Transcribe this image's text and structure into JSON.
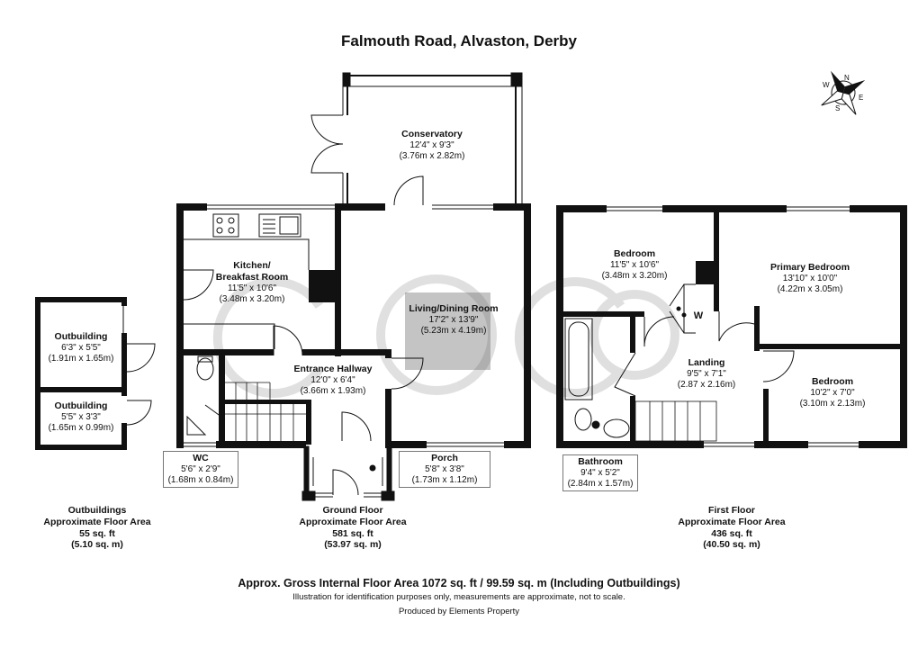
{
  "title": "Falmouth Road, Alvaston, Derby",
  "watermark": "CB CO",
  "compass": {
    "letters": [
      "N",
      "E",
      "S",
      "W"
    ]
  },
  "rooms": {
    "conservatory": {
      "name": "Conservatory",
      "imperial": "12'4\" x 9'3\"",
      "metric": "(3.76m x 2.82m)"
    },
    "kitchen": {
      "name": "Kitchen/",
      "name2": "Breakfast Room",
      "imperial": "11'5\" x 10'6\"",
      "metric": "(3.48m x 3.20m)"
    },
    "living": {
      "name": "Living/Dining Room",
      "imperial": "17'2\" x 13'9\"",
      "metric": "(5.23m x 4.19m)"
    },
    "hallway": {
      "name": "Entrance Hallway",
      "imperial": "12'0\" x 6'4\"",
      "metric": "(3.66m x 1.93m)"
    },
    "wc": {
      "name": "WC",
      "imperial": "5'6\" x 2'9\"",
      "metric": "(1.68m x 0.84m)"
    },
    "porch": {
      "name": "Porch",
      "imperial": "5'8\" x 3'8\"",
      "metric": "(1.73m x 1.12m)"
    },
    "outbuilding1": {
      "name": "Outbuilding",
      "imperial": "6'3\" x 5'5\"",
      "metric": "(1.91m x 1.65m)"
    },
    "outbuilding2": {
      "name": "Outbuilding",
      "imperial": "5'5\" x 3'3\"",
      "metric": "(1.65m x 0.99m)"
    },
    "bedroom1": {
      "name": "Bedroom",
      "imperial": "11'5\" x 10'6\"",
      "metric": "(3.48m x 3.20m)"
    },
    "primary": {
      "name": "Primary Bedroom",
      "imperial": "13'10\" x 10'0\"",
      "metric": "(4.22m x 3.05m)"
    },
    "landing": {
      "name": "Landing",
      "imperial": "9'5\" x 7'1\"",
      "metric": "(2.87 x 2.16m)"
    },
    "bedroom2": {
      "name": "Bedroom",
      "imperial": "10'2\" x 7'0\"",
      "metric": "(3.10m x 2.13m)"
    },
    "bathroom": {
      "name": "Bathroom",
      "imperial": "9'4\" x 5'2\"",
      "metric": "(2.84m x 1.57m)"
    },
    "wardrobe": {
      "name": "W"
    }
  },
  "areas": {
    "outbuildings": {
      "line1": "Outbuildings",
      "line2": "Approximate Floor Area",
      "line3": "55 sq. ft",
      "line4": "(5.10 sq. m)"
    },
    "ground": {
      "line1": "Ground Floor",
      "line2": "Approximate Floor Area",
      "line3": "581 sq. ft",
      "line4": "(53.97 sq. m)"
    },
    "first": {
      "line1": "First Floor",
      "line2": "Approximate Floor Area",
      "line3": "436 sq. ft",
      "line4": "(40.50 sq. m)"
    }
  },
  "footer": {
    "gross": "Approx. Gross Internal Floor Area 1072 sq. ft / 99.59 sq. m (Including Outbuildings)",
    "disclaimer": "Illustration for identification purposes only, measurements are approximate, not to scale.",
    "produced": "Produced by Elements Property"
  }
}
